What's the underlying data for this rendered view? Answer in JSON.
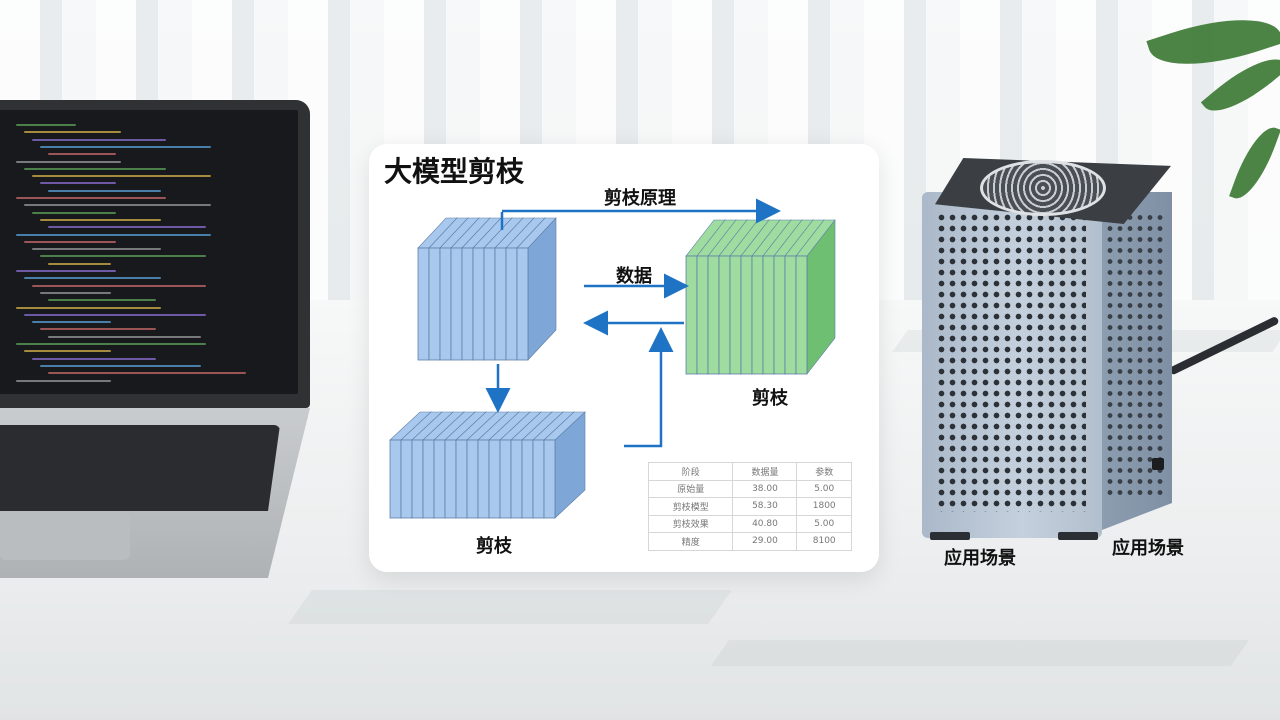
{
  "card": {
    "title": "大模型剪枝",
    "arrow_top_label": "剪枝原理",
    "arrow_mid_label": "数据",
    "right_block_label": "剪枝",
    "bottom_block_label": "剪枝"
  },
  "table": {
    "headers": [
      "阶段",
      "数据量",
      "参数"
    ],
    "rows": [
      [
        "原始量",
        "38.00",
        "5.00"
      ],
      [
        "剪枝模型",
        "58.30",
        "1800"
      ],
      [
        "剪枝效果",
        "40.80",
        "5.00"
      ],
      [
        "精度",
        "29.00",
        "8100"
      ]
    ]
  },
  "scene_labels": {
    "left": "应用场景",
    "right": "应用场景"
  },
  "colors": {
    "blue_block": "#a9c8ee",
    "green_block": "#9fdca0",
    "arrow": "#1f73c4"
  }
}
